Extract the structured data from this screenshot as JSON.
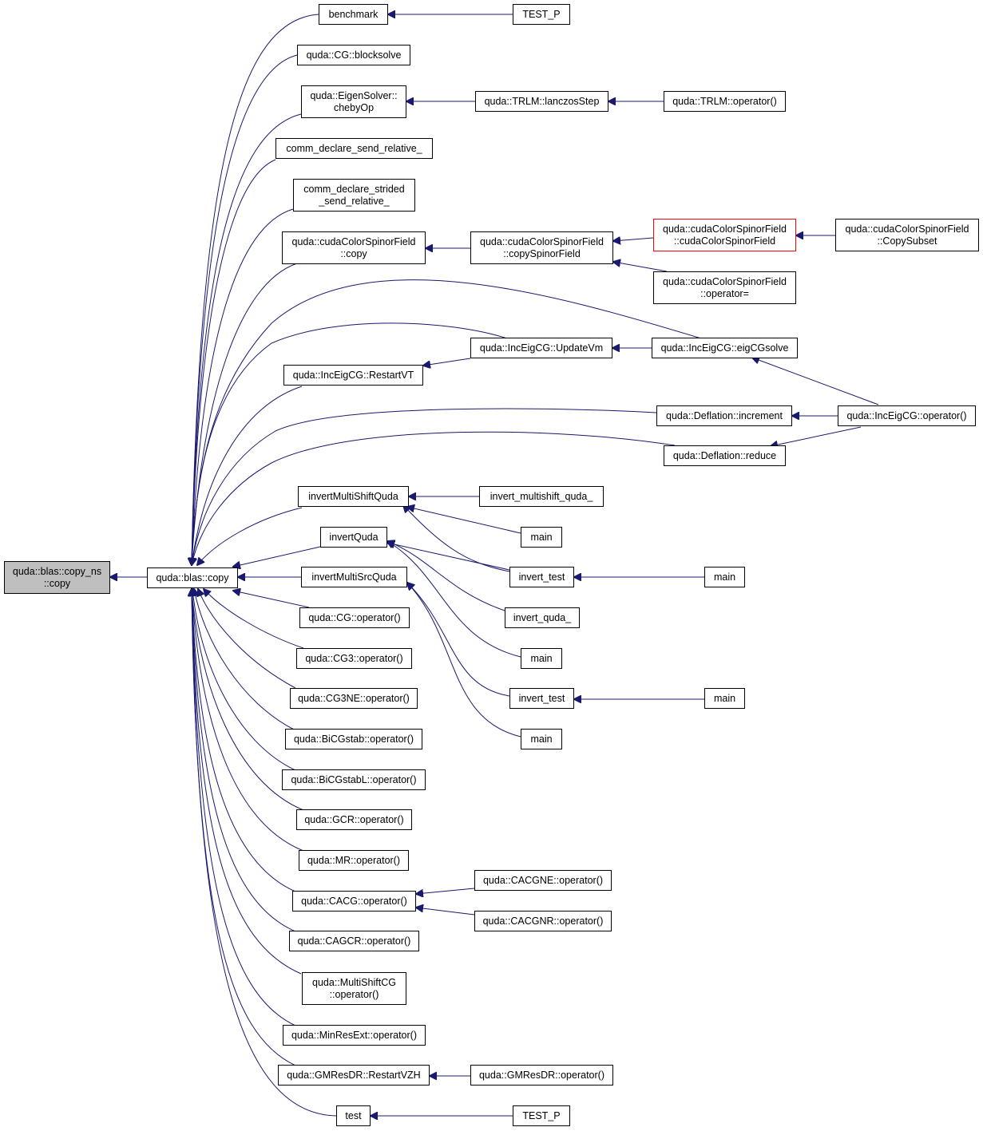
{
  "graph": {
    "edge_color": "#191970",
    "root_fill": "#bfbfbf",
    "truncated_border_color": "#ff0000",
    "nodes": [
      {
        "id": "root",
        "lines": [
          "quda::blas::copy_ns",
          "::copy"
        ]
      },
      {
        "id": "copy",
        "lines": [
          "quda::blas::copy"
        ]
      },
      {
        "id": "benchmark",
        "lines": [
          "benchmark"
        ]
      },
      {
        "id": "testp1",
        "lines": [
          "TEST_P"
        ]
      },
      {
        "id": "cgblock",
        "lines": [
          "quda::CG::blocksolve"
        ]
      },
      {
        "id": "chebyop",
        "lines": [
          "quda::EigenSolver::",
          "chebyOp"
        ]
      },
      {
        "id": "lanczos",
        "lines": [
          "quda::TRLM::lanczosStep"
        ]
      },
      {
        "id": "trlmop",
        "lines": [
          "quda::TRLM::operator()"
        ]
      },
      {
        "id": "commsend",
        "lines": [
          "comm_declare_send_relative_"
        ]
      },
      {
        "id": "commstrided",
        "lines": [
          "comm_declare_strided",
          "_send_relative_"
        ]
      },
      {
        "id": "ccsfcopy",
        "lines": [
          "quda::cudaColorSpinorField",
          "::copy"
        ]
      },
      {
        "id": "copyspinor",
        "lines": [
          "quda::cudaColorSpinorField",
          "::copySpinorField"
        ]
      },
      {
        "id": "ccsfctor",
        "lines": [
          "quda::cudaColorSpinorField",
          "::cudaColorSpinorField"
        ]
      },
      {
        "id": "copysubset",
        "lines": [
          "quda::cudaColorSpinorField",
          "::CopySubset"
        ]
      },
      {
        "id": "ccsfassign",
        "lines": [
          "quda::cudaColorSpinorField",
          "::operator="
        ]
      },
      {
        "id": "eigcgsolve",
        "lines": [
          "quda::IncEigCG::eigCGsolve"
        ]
      },
      {
        "id": "updatevm",
        "lines": [
          "quda::IncEigCG::UpdateVm"
        ]
      },
      {
        "id": "restartvt",
        "lines": [
          "quda::IncEigCG::RestartVT"
        ]
      },
      {
        "id": "incop",
        "lines": [
          "quda::IncEigCG::operator()"
        ]
      },
      {
        "id": "definc",
        "lines": [
          "quda::Deflation::increment"
        ]
      },
      {
        "id": "defred",
        "lines": [
          "quda::Deflation::reduce"
        ]
      },
      {
        "id": "ims",
        "lines": [
          "invertMultiShiftQuda"
        ]
      },
      {
        "id": "ims_",
        "lines": [
          "invert_multishift_quda_"
        ]
      },
      {
        "id": "main1",
        "lines": [
          "main"
        ]
      },
      {
        "id": "iq",
        "lines": [
          "invertQuda"
        ]
      },
      {
        "id": "invtest1",
        "lines": [
          "invert_test"
        ]
      },
      {
        "id": "main2",
        "lines": [
          "main"
        ]
      },
      {
        "id": "imsrc",
        "lines": [
          "invertMultiSrcQuda"
        ]
      },
      {
        "id": "iq_",
        "lines": [
          "invert_quda_"
        ]
      },
      {
        "id": "main3",
        "lines": [
          "main"
        ]
      },
      {
        "id": "invtest2",
        "lines": [
          "invert_test"
        ]
      },
      {
        "id": "main4",
        "lines": [
          "main"
        ]
      },
      {
        "id": "main5",
        "lines": [
          "main"
        ]
      },
      {
        "id": "cgop",
        "lines": [
          "quda::CG::operator()"
        ]
      },
      {
        "id": "cg3op",
        "lines": [
          "quda::CG3::operator()"
        ]
      },
      {
        "id": "cg3neop",
        "lines": [
          "quda::CG3NE::operator()"
        ]
      },
      {
        "id": "bicgop",
        "lines": [
          "quda::BiCGstab::operator()"
        ]
      },
      {
        "id": "bicglop",
        "lines": [
          "quda::BiCGstabL::operator()"
        ]
      },
      {
        "id": "gcrop",
        "lines": [
          "quda::GCR::operator()"
        ]
      },
      {
        "id": "mrop",
        "lines": [
          "quda::MR::operator()"
        ]
      },
      {
        "id": "cacgop",
        "lines": [
          "quda::CACG::operator()"
        ]
      },
      {
        "id": "cacgneop",
        "lines": [
          "quda::CACGNE::operator()"
        ]
      },
      {
        "id": "cacgnrop",
        "lines": [
          "quda::CACGNR::operator()"
        ]
      },
      {
        "id": "cagcrop",
        "lines": [
          "quda::CAGCR::operator()"
        ]
      },
      {
        "id": "msop",
        "lines": [
          "quda::MultiShiftCG",
          "::operator()"
        ]
      },
      {
        "id": "minresop",
        "lines": [
          "quda::MinResExt::operator()"
        ]
      },
      {
        "id": "restartvzh",
        "lines": [
          "quda::GMResDR::RestartVZH"
        ]
      },
      {
        "id": "gmresop",
        "lines": [
          "quda::GMResDR::operator()"
        ]
      },
      {
        "id": "test",
        "lines": [
          "test"
        ]
      },
      {
        "id": "testp2",
        "lines": [
          "TEST_P"
        ]
      }
    ]
  }
}
